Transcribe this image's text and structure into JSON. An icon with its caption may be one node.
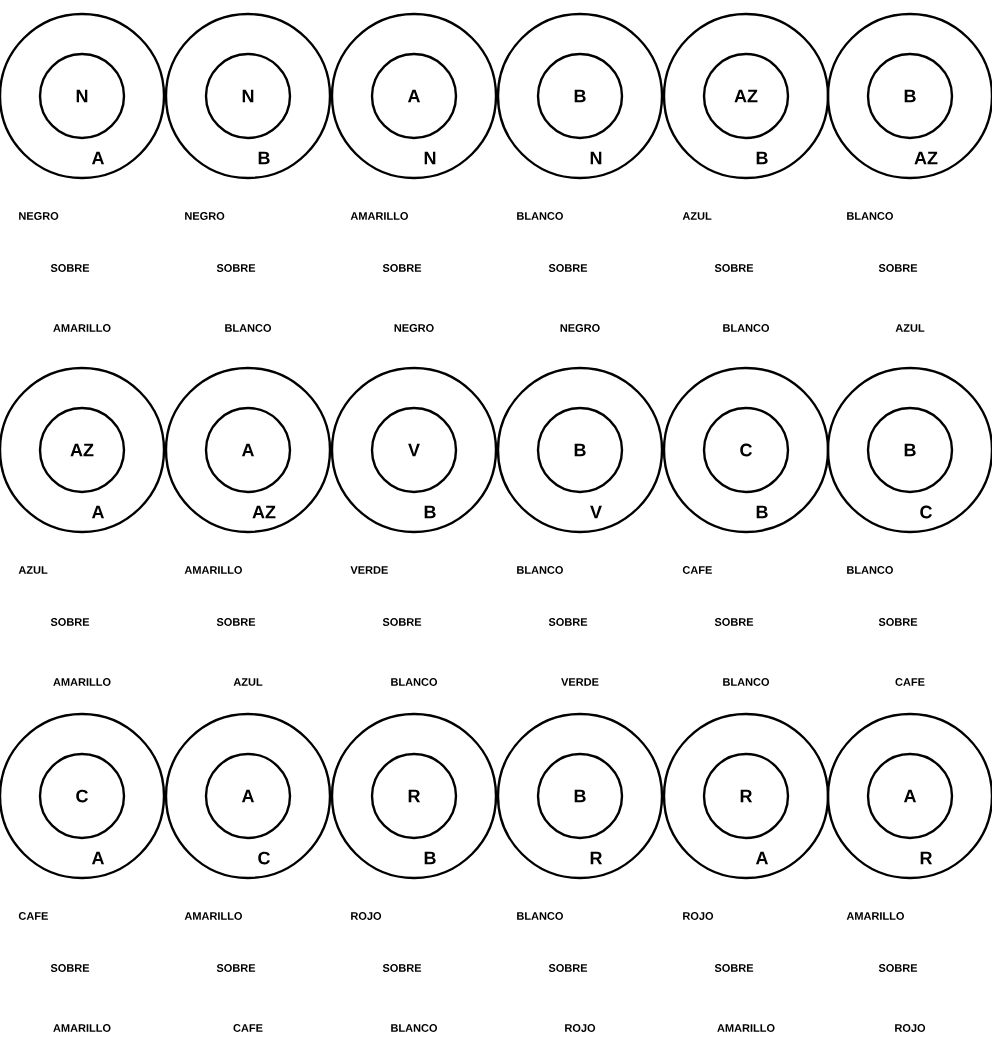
{
  "diagram": {
    "nodes": [
      {
        "text": [
          "A"
        ]
      },
      {
        "text": [
          "N"
        ],
        "in": 0
      },
      {
        "text": [
          "B"
        ]
      },
      {
        "text": [
          "N"
        ],
        "in": 2
      },
      {
        "text": [
          "N"
        ]
      },
      {
        "text": [
          "A"
        ],
        "in": 4
      },
      {
        "text": [
          "N"
        ]
      },
      {
        "text": [
          "B"
        ],
        "in": 6
      },
      {
        "text": [
          "B"
        ]
      },
      {
        "text": [
          "AZ"
        ],
        "in": 8
      },
      {
        "text": [
          "AZ"
        ]
      },
      {
        "text": [
          "B"
        ],
        "in": 10
      },
      {
        "text": [
          "A"
        ]
      },
      {
        "text": [
          "AZ"
        ],
        "in": 12
      },
      {
        "text": [
          "AZ"
        ]
      },
      {
        "text": [
          "A"
        ],
        "in": 14
      },
      {
        "text": [
          "B"
        ]
      },
      {
        "text": [
          "V"
        ],
        "in": 16
      },
      {
        "text": [
          "V"
        ]
      },
      {
        "text": [
          "B"
        ],
        "in": 18
      },
      {
        "text": [
          "B"
        ]
      },
      {
        "text": [
          "C"
        ],
        "in": 20
      },
      {
        "text": [
          "C"
        ]
      },
      {
        "text": [
          "B"
        ],
        "in": 22
      },
      {
        "text": [
          "A"
        ]
      },
      {
        "text": [
          "C"
        ],
        "in": 24
      },
      {
        "text": [
          "C"
        ]
      },
      {
        "text": [
          "A"
        ],
        "in": 26
      },
      {
        "text": [
          "B"
        ]
      },
      {
        "text": [
          "R"
        ],
        "in": 28
      },
      {
        "text": [
          "R"
        ]
      },
      {
        "text": [
          "B"
        ],
        "in": 30
      },
      {
        "text": [
          "A"
        ]
      },
      {
        "text": [
          "R"
        ],
        "in": 32
      },
      {
        "text": [
          "R"
        ]
      },
      {
        "text": [
          "A"
        ],
        "in": 34
      }
    ],
    "labels": [
      "NEGRO",
      "NEGRO",
      "AMARILLO",
      "BLANCO",
      "AZUL",
      "BLANCO",
      "SOBRE",
      "SOBRE",
      "SOBRE",
      "SOBRE",
      "SOBRE",
      "SOBRE",
      "AMARILLO",
      "BLANCO",
      "NEGRO",
      "NEGRO",
      "BLANCO",
      "AZUL",
      "AZUL",
      "AMARILLO",
      "VERDE",
      "BLANCO",
      "CAFE",
      "BLANCO",
      "SOBRE",
      "SOBRE",
      "SOBRE",
      "SOBRE",
      "SOBRE",
      "SOBRE",
      "AMARILLO",
      "AZUL",
      "BLANCO",
      "VERDE",
      "BLANCO",
      "CAFE",
      "CAFE",
      "AMARILLO",
      "ROJO",
      "BLANCO",
      "ROJO",
      "AMARILLO",
      "SOBRE",
      "SOBRE",
      "SOBRE",
      "SOBRE",
      "SOBRE",
      "SOBRE",
      "AMARILLO",
      "CAFE",
      "BLANCO",
      "ROJO",
      "AMARILLO",
      "ROJO"
    ]
  }
}
